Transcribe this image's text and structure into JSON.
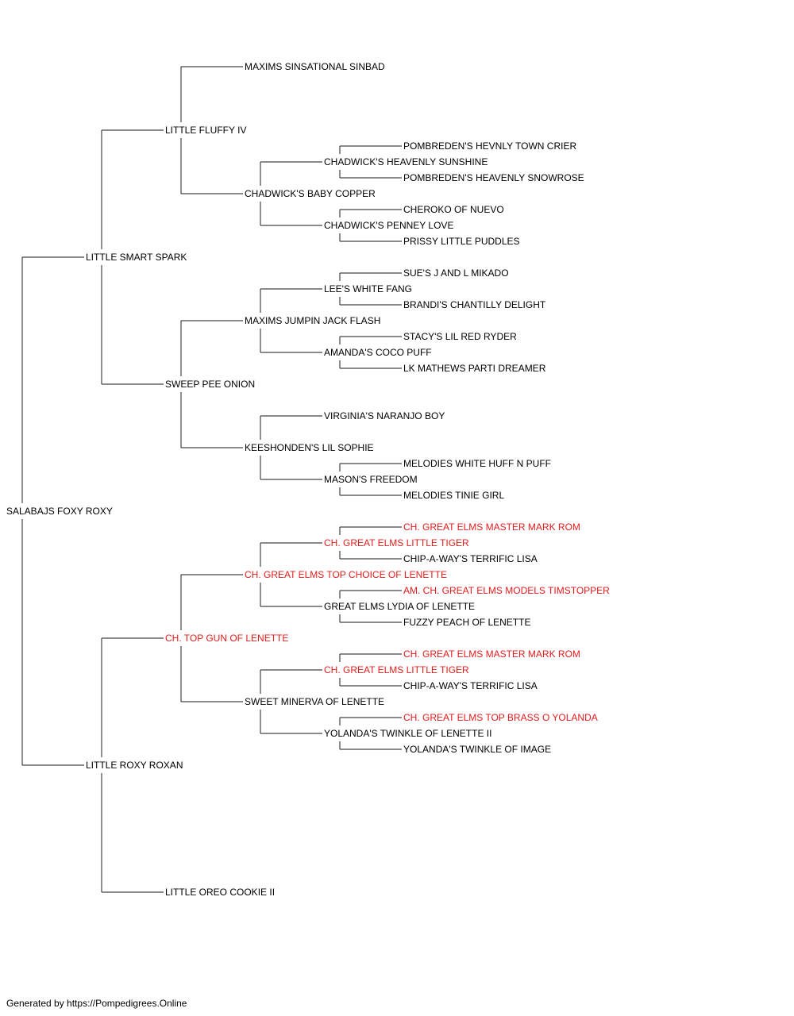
{
  "colors": {
    "normal": "#000000",
    "champion": "#e31b1b",
    "line": "#444444"
  },
  "pedigree": {
    "name": "SALABAJS FOXY ROXY",
    "sire": {
      "name": "LITTLE SMART SPARK",
      "sire": {
        "name": "LITTLE FLUFFY IV",
        "sire": {
          "name": "MAXIMS SINSATIONAL SINBAD"
        },
        "dam": {
          "name": "CHADWICK'S BABY COPPER",
          "sire": {
            "name": "CHADWICK'S HEAVENLY SUNSHINE",
            "sire": {
              "name": "POMBREDEN'S HEVNLY TOWN CRIER"
            },
            "dam": {
              "name": "POMBREDEN'S HEAVENLY SNOWROSE"
            }
          },
          "dam": {
            "name": "CHADWICK'S PENNEY LOVE",
            "sire": {
              "name": "CHEROKO OF NUEVO"
            },
            "dam": {
              "name": "PRISSY LITTLE PUDDLES"
            }
          }
        }
      },
      "dam": {
        "name": "SWEEP PEE ONION",
        "sire": {
          "name": "MAXIMS JUMPIN JACK FLASH",
          "sire": {
            "name": "LEE'S WHITE FANG",
            "sire": {
              "name": "SUE'S J AND L MIKADO"
            },
            "dam": {
              "name": "BRANDI'S CHANTILLY DELIGHT"
            }
          },
          "dam": {
            "name": "AMANDA'S COCO PUFF",
            "sire": {
              "name": "STACY'S LIL RED RYDER"
            },
            "dam": {
              "name": "LK MATHEWS PARTI DREAMER"
            }
          }
        },
        "dam": {
          "name": "KEESHONDEN'S LIL SOPHIE",
          "sire": {
            "name": "VIRGINIA'S NARANJO BOY"
          },
          "dam": {
            "name": "MASON'S FREEDOM",
            "sire": {
              "name": "MELODIES WHITE HUFF N PUFF"
            },
            "dam": {
              "name": "MELODIES TINIE GIRL"
            }
          }
        }
      }
    },
    "dam": {
      "name": "LITTLE ROXY ROXAN",
      "sire": {
        "name": "CH. TOP GUN OF LENETTE",
        "champion": true,
        "sire": {
          "name": "CH. GREAT ELMS TOP CHOICE OF LENETTE",
          "champion": true,
          "sire": {
            "name": "CH. GREAT ELMS LITTLE TIGER",
            "champion": true,
            "sire": {
              "name": "CH. GREAT ELMS MASTER MARK ROM",
              "champion": true
            },
            "dam": {
              "name": "CHIP-A-WAY'S TERRIFIC LISA"
            }
          },
          "dam": {
            "name": "GREAT ELMS LYDIA OF LENETTE",
            "sire": {
              "name": "AM. CH. GREAT ELMS MODELS TIMSTOPPER",
              "champion": true
            },
            "dam": {
              "name": "FUZZY PEACH OF LENETTE"
            }
          }
        },
        "dam": {
          "name": "SWEET MINERVA OF LENETTE",
          "sire": {
            "name": "CH. GREAT ELMS LITTLE TIGER",
            "champion": true,
            "sire": {
              "name": "CH. GREAT ELMS MASTER MARK ROM",
              "champion": true
            },
            "dam": {
              "name": "CHIP-A-WAY'S TERRIFIC LISA"
            }
          },
          "dam": {
            "name": "YOLANDA'S TWINKLE OF LENETTE II",
            "sire": {
              "name": "CH. GREAT ELMS TOP BRASS O YOLANDA",
              "champion": true
            },
            "dam": {
              "name": "YOLANDA'S TWINKLE OF IMAGE"
            }
          }
        }
      },
      "dam": {
        "name": "LITTLE OREO COOKIE II"
      }
    }
  },
  "footer": {
    "text": "Generated by https://Pompedigrees.Online"
  }
}
